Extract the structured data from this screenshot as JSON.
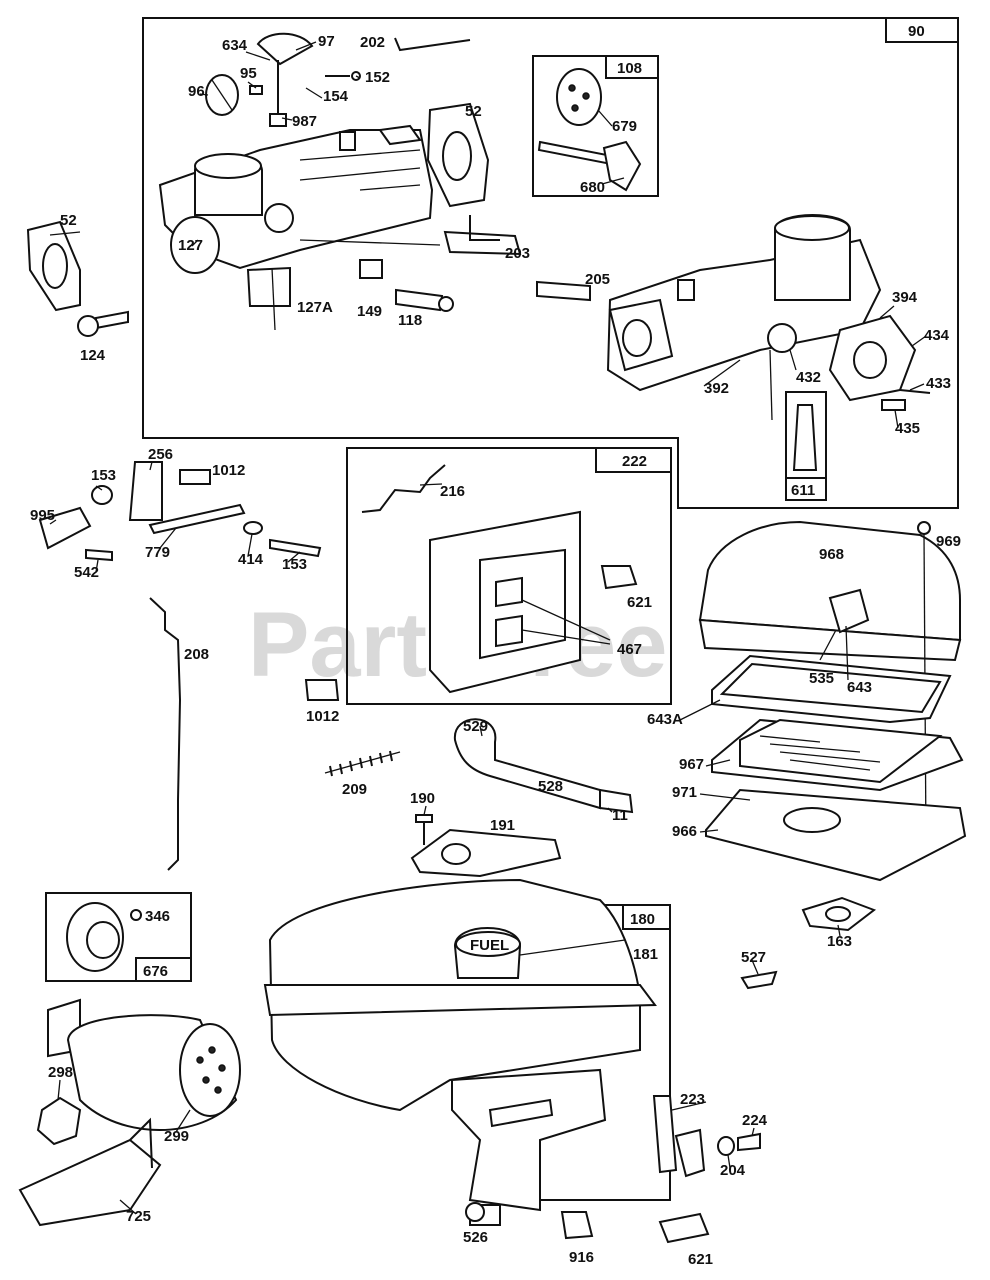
{
  "watermark": {
    "text": "PartsTree",
    "tm": "™"
  },
  "boxes": {
    "b90": "90",
    "b108": "108",
    "b222": "222",
    "b611": "611",
    "b676": "676",
    "b180": "180"
  },
  "labels": {
    "l634": "634",
    "l97": "97",
    "l202": "202",
    "l95": "95",
    "l152": "152",
    "l96": "96",
    "l154": "154",
    "l987": "987",
    "l52a": "52",
    "l52b": "52",
    "l679": "679",
    "l680": "680",
    "l127": "127",
    "l127a": "127A",
    "l149": "149",
    "l118": "118",
    "l203": "203",
    "l205": "205",
    "l124": "124",
    "l394": "394",
    "l434": "434",
    "l433": "433",
    "l435": "435",
    "l432": "432",
    "l392": "392",
    "l256": "256",
    "l1012a": "1012",
    "l153a": "153",
    "l995": "995",
    "l779": "779",
    "l414": "414",
    "l153b": "153",
    "l542": "542",
    "l216": "216",
    "l621a": "621",
    "l467": "467",
    "l1012b": "1012",
    "l208": "208",
    "l968": "968",
    "l969": "969",
    "l535": "535",
    "l643": "643",
    "l643a": "643A",
    "l529": "529",
    "l528": "528",
    "l11": "11",
    "l209": "209",
    "l190": "190",
    "l191": "191",
    "l967": "967",
    "l971": "971",
    "l966": "966",
    "l346": "346",
    "l163": "163",
    "l181": "181",
    "l527": "527",
    "l298": "298",
    "l299": "299",
    "l223": "223",
    "l224": "224",
    "l204": "204",
    "l725": "725",
    "l526": "526",
    "l916": "916",
    "l621b": "621"
  },
  "fuel_cap_text": "FUEL"
}
